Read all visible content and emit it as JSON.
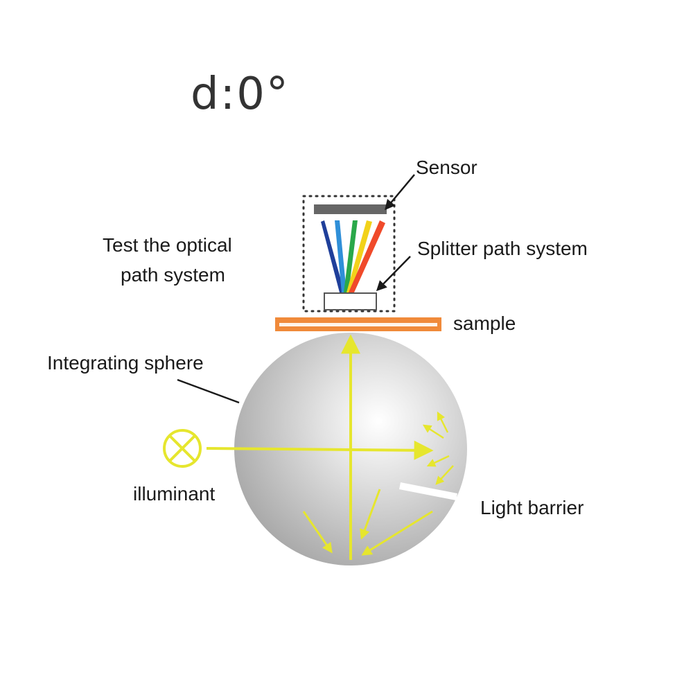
{
  "title": "d:0°",
  "labels": {
    "sensor": "Sensor",
    "test_line1": "Test the optical",
    "test_line2": "path system",
    "splitter": "Splitter path system",
    "sample": "sample",
    "sphere": "Integrating sphere",
    "illuminant": "illuminant",
    "barrier": "Light barrier"
  },
  "colors": {
    "ray": "#e6e62e",
    "sample": "#f08a3a",
    "sensor": "#666666",
    "spectrum": [
      "#1f3f9a",
      "#2f8fd8",
      "#2aa84a",
      "#f2d21a",
      "#f04a2a"
    ]
  },
  "icons": [
    "lamp-icon",
    "arrow-icon"
  ]
}
